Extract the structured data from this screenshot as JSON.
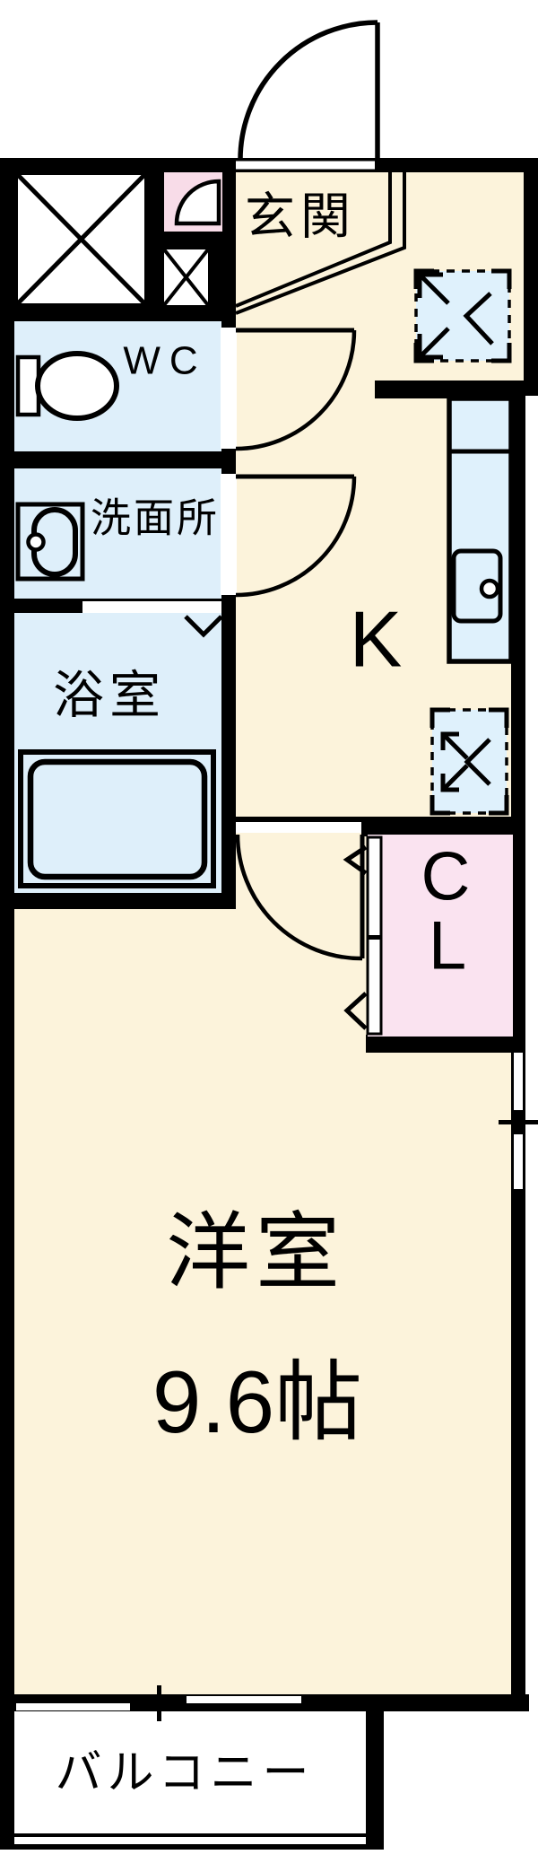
{
  "title": "間取り図 1K floor plan",
  "colors": {
    "wall": "#000000",
    "floor_cream": "#FCF3DB",
    "room_blue": "#DEEFFA",
    "fixture_blue": "#DFF1FC",
    "entry_pink": "#F8DCE8",
    "closet_pink": "#FAE3F0",
    "outside_white": "#FFFFFF"
  },
  "labels": {
    "entrance": "玄関",
    "wc": "WC",
    "washroom": "洗面所",
    "bathroom": "浴室",
    "kitchen": "K",
    "closet_c": "C",
    "closet_l": "L",
    "western_room": "洋室",
    "western_room_size": "9.6帖",
    "balcony": "バルコニー"
  }
}
